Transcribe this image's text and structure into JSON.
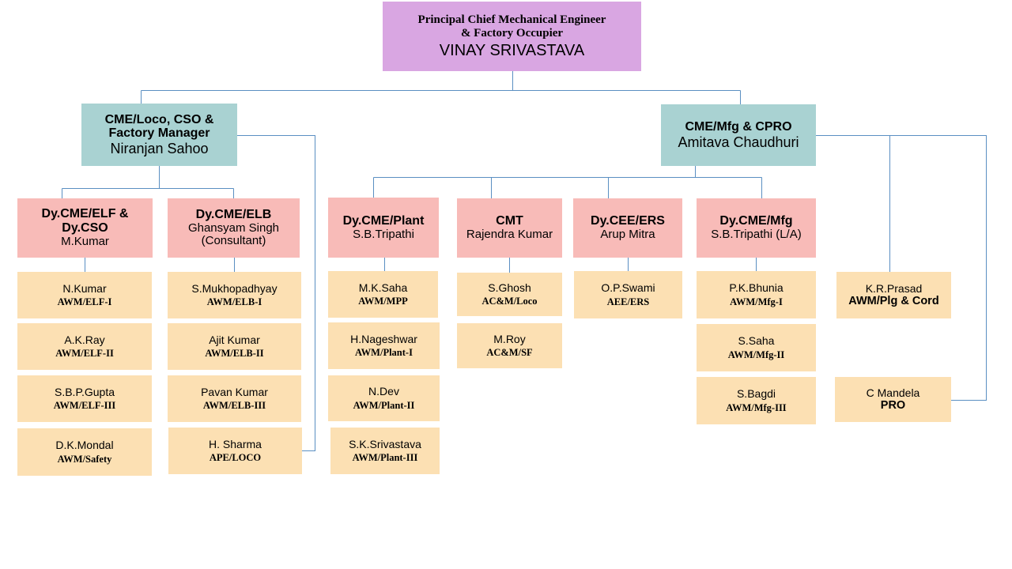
{
  "top": {
    "role_line1": "Principal Chief Mechanical Engineer",
    "role_line2": "& Factory Occupier",
    "name": "VINAY SRIVASTAVA"
  },
  "loco": {
    "role_line1": "CME/Loco, CSO &",
    "role_line2": "Factory Manager",
    "name": "Niranjan Sahoo",
    "elf": {
      "role_line1": "Dy.CME/ELF &",
      "role_line2": "Dy.CSO",
      "name": "M.Kumar",
      "staff": [
        {
          "name": "N.Kumar",
          "role": "AWM/ELF-I"
        },
        {
          "name": "A.K.Ray",
          "role": "AWM/ELF-II"
        },
        {
          "name": "S.B.P.Gupta",
          "role": "AWM/ELF-III"
        },
        {
          "name": "D.K.Mondal",
          "role": "AWM/Safety"
        }
      ]
    },
    "elb": {
      "role": "Dy.CME/ELB",
      "name_line1": "Ghansyam Singh",
      "name_line2": "(Consultant)",
      "staff": [
        {
          "name": "S.Mukhopadhyay",
          "role": "AWM/ELB-I"
        },
        {
          "name": "Ajit Kumar",
          "role": "AWM/ELB-II"
        },
        {
          "name": "Pavan Kumar",
          "role": "AWM/ELB-III"
        },
        {
          "name": "H. Sharma",
          "role": "APE/LOCO"
        }
      ]
    }
  },
  "mfg": {
    "role": "CME/Mfg & CPRO",
    "name": "Amitava Chaudhuri",
    "plant": {
      "role": "Dy.CME/Plant",
      "name": "S.B.Tripathi",
      "staff": [
        {
          "name": "M.K.Saha",
          "role": "AWM/MPP"
        },
        {
          "name": "H.Nageshwar",
          "role": "AWM/Plant-I"
        },
        {
          "name": "N.Dev",
          "role": "AWM/Plant-II"
        },
        {
          "name": "S.K.Srivastava",
          "role": "AWM/Plant-III"
        }
      ]
    },
    "cmt": {
      "role": "CMT",
      "name": "Rajendra Kumar",
      "staff": [
        {
          "name": "S.Ghosh",
          "role": "AC&M/Loco"
        },
        {
          "name": "M.Roy",
          "role": "AC&M/SF"
        }
      ]
    },
    "ers": {
      "role": "Dy.CEE/ERS",
      "name": "Arup Mitra",
      "staff": [
        {
          "name": "O.P.Swami",
          "role": "AEE/ERS"
        }
      ]
    },
    "dymfg": {
      "role": "Dy.CME/Mfg",
      "name": "S.B.Tripathi (L/A)",
      "staff": [
        {
          "name": "P.K.Bhunia",
          "role": "AWM/Mfg-I"
        },
        {
          "name": "S.Saha",
          "role": "AWM/Mfg-II"
        },
        {
          "name": "S.Bagdi",
          "role": "AWM/Mfg-III"
        }
      ]
    },
    "plg": {
      "name": "K.R.Prasad",
      "role": "AWM/Plg & Cord"
    },
    "pro": {
      "name": "C Mandela",
      "role": "PRO"
    }
  },
  "colors": {
    "top": "#d9a6e2",
    "level1": "#a9d2d2",
    "level2": "#f8bbb8",
    "leaf": "#fce0b3",
    "connector": "#5a8fc2"
  }
}
